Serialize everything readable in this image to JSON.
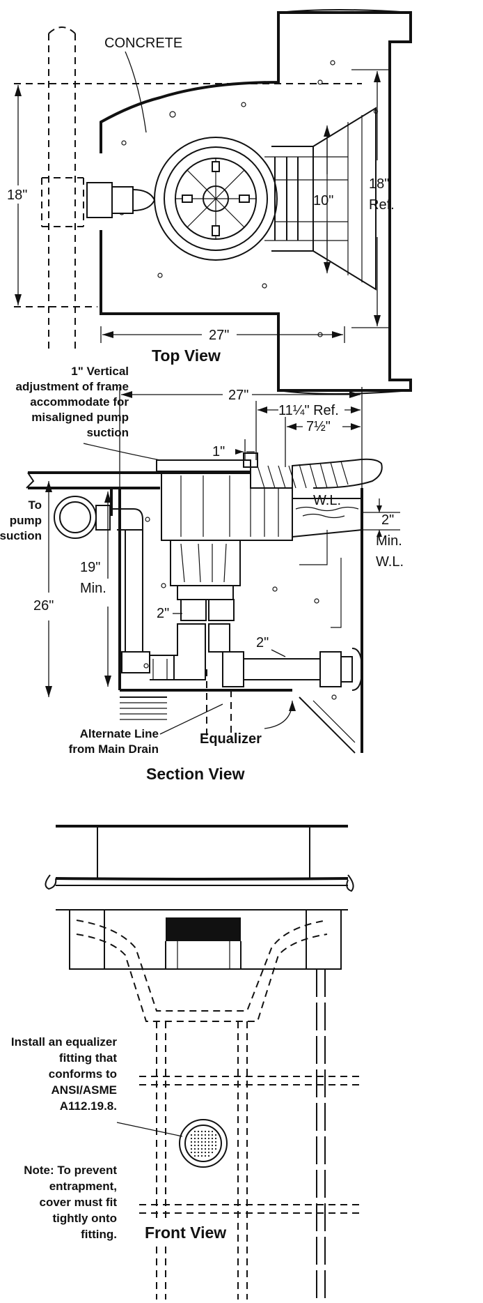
{
  "top_view": {
    "concrete_label": "CONCRETE",
    "dim_left": "18\"",
    "dim_throat": "10\"",
    "dim_right": "18\"",
    "dim_right_ref": "Ref.",
    "dim_bottom": "27\"",
    "title": "Top View"
  },
  "section_view": {
    "note_line1": "1\" Vertical",
    "note_line2": "adjustment of frame",
    "note_line3": "accommodate for",
    "note_line4": "misaligned pump",
    "note_line5": "suction",
    "dim_top": "27\"",
    "dim_ref": "11¼\" Ref.",
    "dim_inner": "7½\"",
    "dim_1in": "1\"",
    "wl": "W.L.",
    "dim_2in_wl": "2\"",
    "min": "Min.",
    "wl2": "W.L.",
    "to": "To",
    "pump": "pump",
    "suction": "suction",
    "dim_19": "19\"",
    "dim_19_min": "Min.",
    "dim_26": "26\"",
    "dim_2a": "2\"",
    "dim_2b": "2\"",
    "alt_line1": "Alternate Line",
    "alt_line2": "from Main Drain",
    "equalizer": "Equalizer",
    "title": "Section View"
  },
  "front_view": {
    "note1_line1": "Install an equalizer",
    "note1_line2": "fitting that",
    "note1_line3": "conforms to",
    "note1_line4": "ANSI/ASME",
    "note1_line5": "A112.19.8.",
    "note2_line1": "Note: To prevent",
    "note2_line2": "entrapment,",
    "note2_line3": "cover must fit",
    "note2_line4": "tightly onto",
    "note2_line5": "fitting.",
    "title": "Front View"
  }
}
